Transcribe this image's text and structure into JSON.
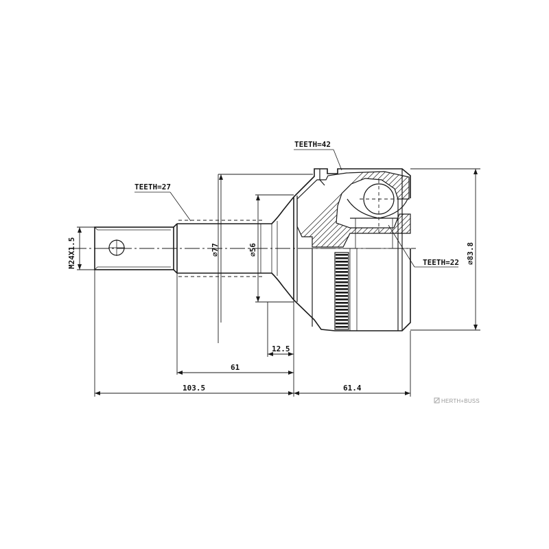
{
  "labels": {
    "teeth_27": "TEETH=27",
    "teeth_42": "TEETH=42",
    "teeth_22": "TEETH=22",
    "thread": "M24X1.5",
    "dia_77": "⌀77",
    "dia_56": "⌀56",
    "dia_83_8": "⌀83.8",
    "dim_12_5": "12.5",
    "dim_61": "61",
    "dim_103_5": "103.5",
    "dim_61_4": "61.4"
  },
  "brand": {
    "text": "HERTH+BUSS"
  }
}
